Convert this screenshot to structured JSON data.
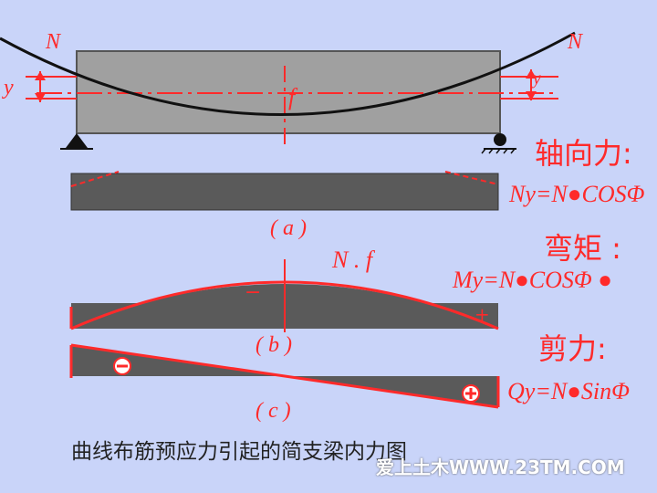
{
  "labels": {
    "n_left": "N",
    "n_right": "N",
    "y_left": "y",
    "y_right": "y",
    "f_center": "f",
    "sub_a": "( a )",
    "nf": "N . f",
    "minus_sign": "−",
    "plus_sign": "+",
    "sub_b": "( b )",
    "sub_c": "( c )"
  },
  "formulas": {
    "axial_title": "轴向力:",
    "axial_formula": "Ny=N●COSΦ",
    "moment_title": "弯矩 :",
    "moment_formula": "My=N●COSΦ  ●",
    "shear_title": "剪力:",
    "shear_formula": "Qy=N●SinΦ"
  },
  "caption": "曲线布筋预应力引起的简支梁内力图",
  "watermark": "爱上土木WWW.23TM.COM",
  "colors": {
    "background": "#c9d4f9",
    "beam_fill": "#a0a0a0",
    "diagram_fill": "#5a5a5a",
    "accent": "#ff2a2a",
    "cable": "#111111"
  }
}
